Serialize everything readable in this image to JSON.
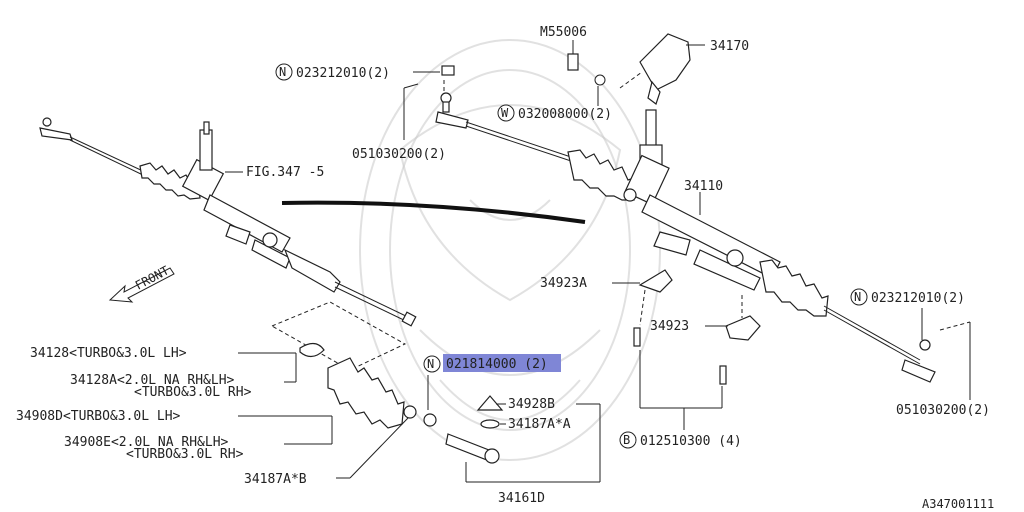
{
  "labels": {
    "m55006": "M55006",
    "p34170": "34170",
    "n_023212010_top": "023212010(2)",
    "w_032008000": "032008000(2)",
    "p051030200_top": "051030200(2)",
    "fig347": "FIG.347 -5",
    "p34110": "34110",
    "front": "FRONT",
    "p34923A": "34923A",
    "n_023212010_right": "023212010(2)",
    "p34923": "34923",
    "p34128": "34128<TURBO&3.0L LH>",
    "p34128A_a": "34128A<2.0L NA RH&LH>",
    "p34128A_b": "<TURBO&3.0L RH>",
    "n_021814000": "021814000 (2)",
    "p34908D": "34908D<TURBO&3.0L LH>",
    "p34928B": "34928B",
    "p34187AA": "34187A*A",
    "p34908E_a": "34908E<2.0L NA RH&LH>",
    "p34908E_b": "<TURBO&3.0L RH>",
    "b_012510300": "012510300 (4)",
    "p051030200_right": "051030200(2)",
    "p34187AB": "34187A*B",
    "p34161D": "34161D",
    "diagram_id": "A347001111"
  },
  "markers": {
    "N": "N",
    "W": "W",
    "B": "B"
  },
  "colors": {
    "highlight": "#7f86d6"
  }
}
